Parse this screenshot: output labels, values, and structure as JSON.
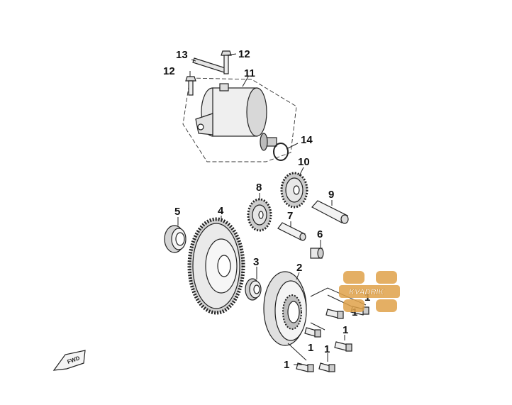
{
  "callouts": {
    "c1": "1",
    "c2": "2",
    "c3": "3",
    "c4": "4",
    "c5": "5",
    "c6": "6",
    "c7": "7",
    "c8": "8",
    "c9": "9",
    "c10": "10",
    "c11": "11",
    "c12": "12",
    "c13": "13",
    "c14": "14"
  },
  "fwd_label": "FWD",
  "watermark": {
    "text": "KVADRIK",
    "color": "#e0a24a"
  }
}
